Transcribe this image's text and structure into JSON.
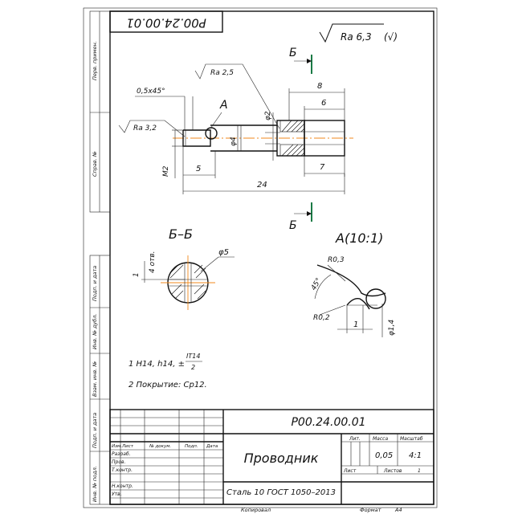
{
  "designation": "Р00.24.00.01",
  "designation_mirrored": "Р00.24.00.01",
  "roughness_general": "Ra 6,3",
  "roughness_general_suffix": "(√)",
  "roughness_1": "Ra 2,5",
  "roughness_2": "Ra 3,2",
  "chamfer": "0,5x45°",
  "view_A_label": "А",
  "section_label_top": "Б",
  "section_label_bottom": "Б",
  "dims": {
    "d8": "8",
    "d6": "6",
    "d7": "7",
    "d5": "5",
    "d24": "24",
    "phi2": "φ2",
    "phi4": "φ4",
    "m2": "M2"
  },
  "section_title": "Б–Б",
  "section_dims": {
    "one": "1",
    "holes": "4 отв.",
    "phi5": "φ5"
  },
  "detail_title": "А(10:1)",
  "detail_dims": {
    "r03": "R0,3",
    "r02": "R0,2",
    "ang": "45°",
    "one": "1",
    "phi14": "φ1,4"
  },
  "notes": [
    "1 H14, h14, ±",
    "2 Покрытие: Ср12."
  ],
  "note_fraction_num": "IT14",
  "note_fraction_den": "2",
  "side_stamp": [
    "Перв. примен.",
    "Справ. №",
    "Подп. и дата",
    "Инв. № дубл.",
    "Взам. инв. №",
    "Подп. и дата",
    "Инв. № подл."
  ],
  "title_block": {
    "designation": "Р00.24.00.01",
    "name": "Проводник",
    "material": "Сталь 10  ГОСТ 1050–2013",
    "col_headers": [
      "Изм.",
      "Лист",
      "№ докум.",
      "Подп.",
      "Дата"
    ],
    "row_labels": [
      "Разраб.",
      "Пров.",
      "Т.контр.",
      "",
      "Н.контр.",
      "Утв."
    ],
    "lit_label": "Лит.",
    "mass_label": "Масса",
    "scale_label": "Масштаб",
    "mass_value": "0,05",
    "scale_value": "4:1",
    "sheet_label": "Лист",
    "sheets_label": "Листов",
    "sheets_value": "1"
  },
  "footer": {
    "copied": "Копировал",
    "format": "Формат",
    "format_value": "А4"
  }
}
